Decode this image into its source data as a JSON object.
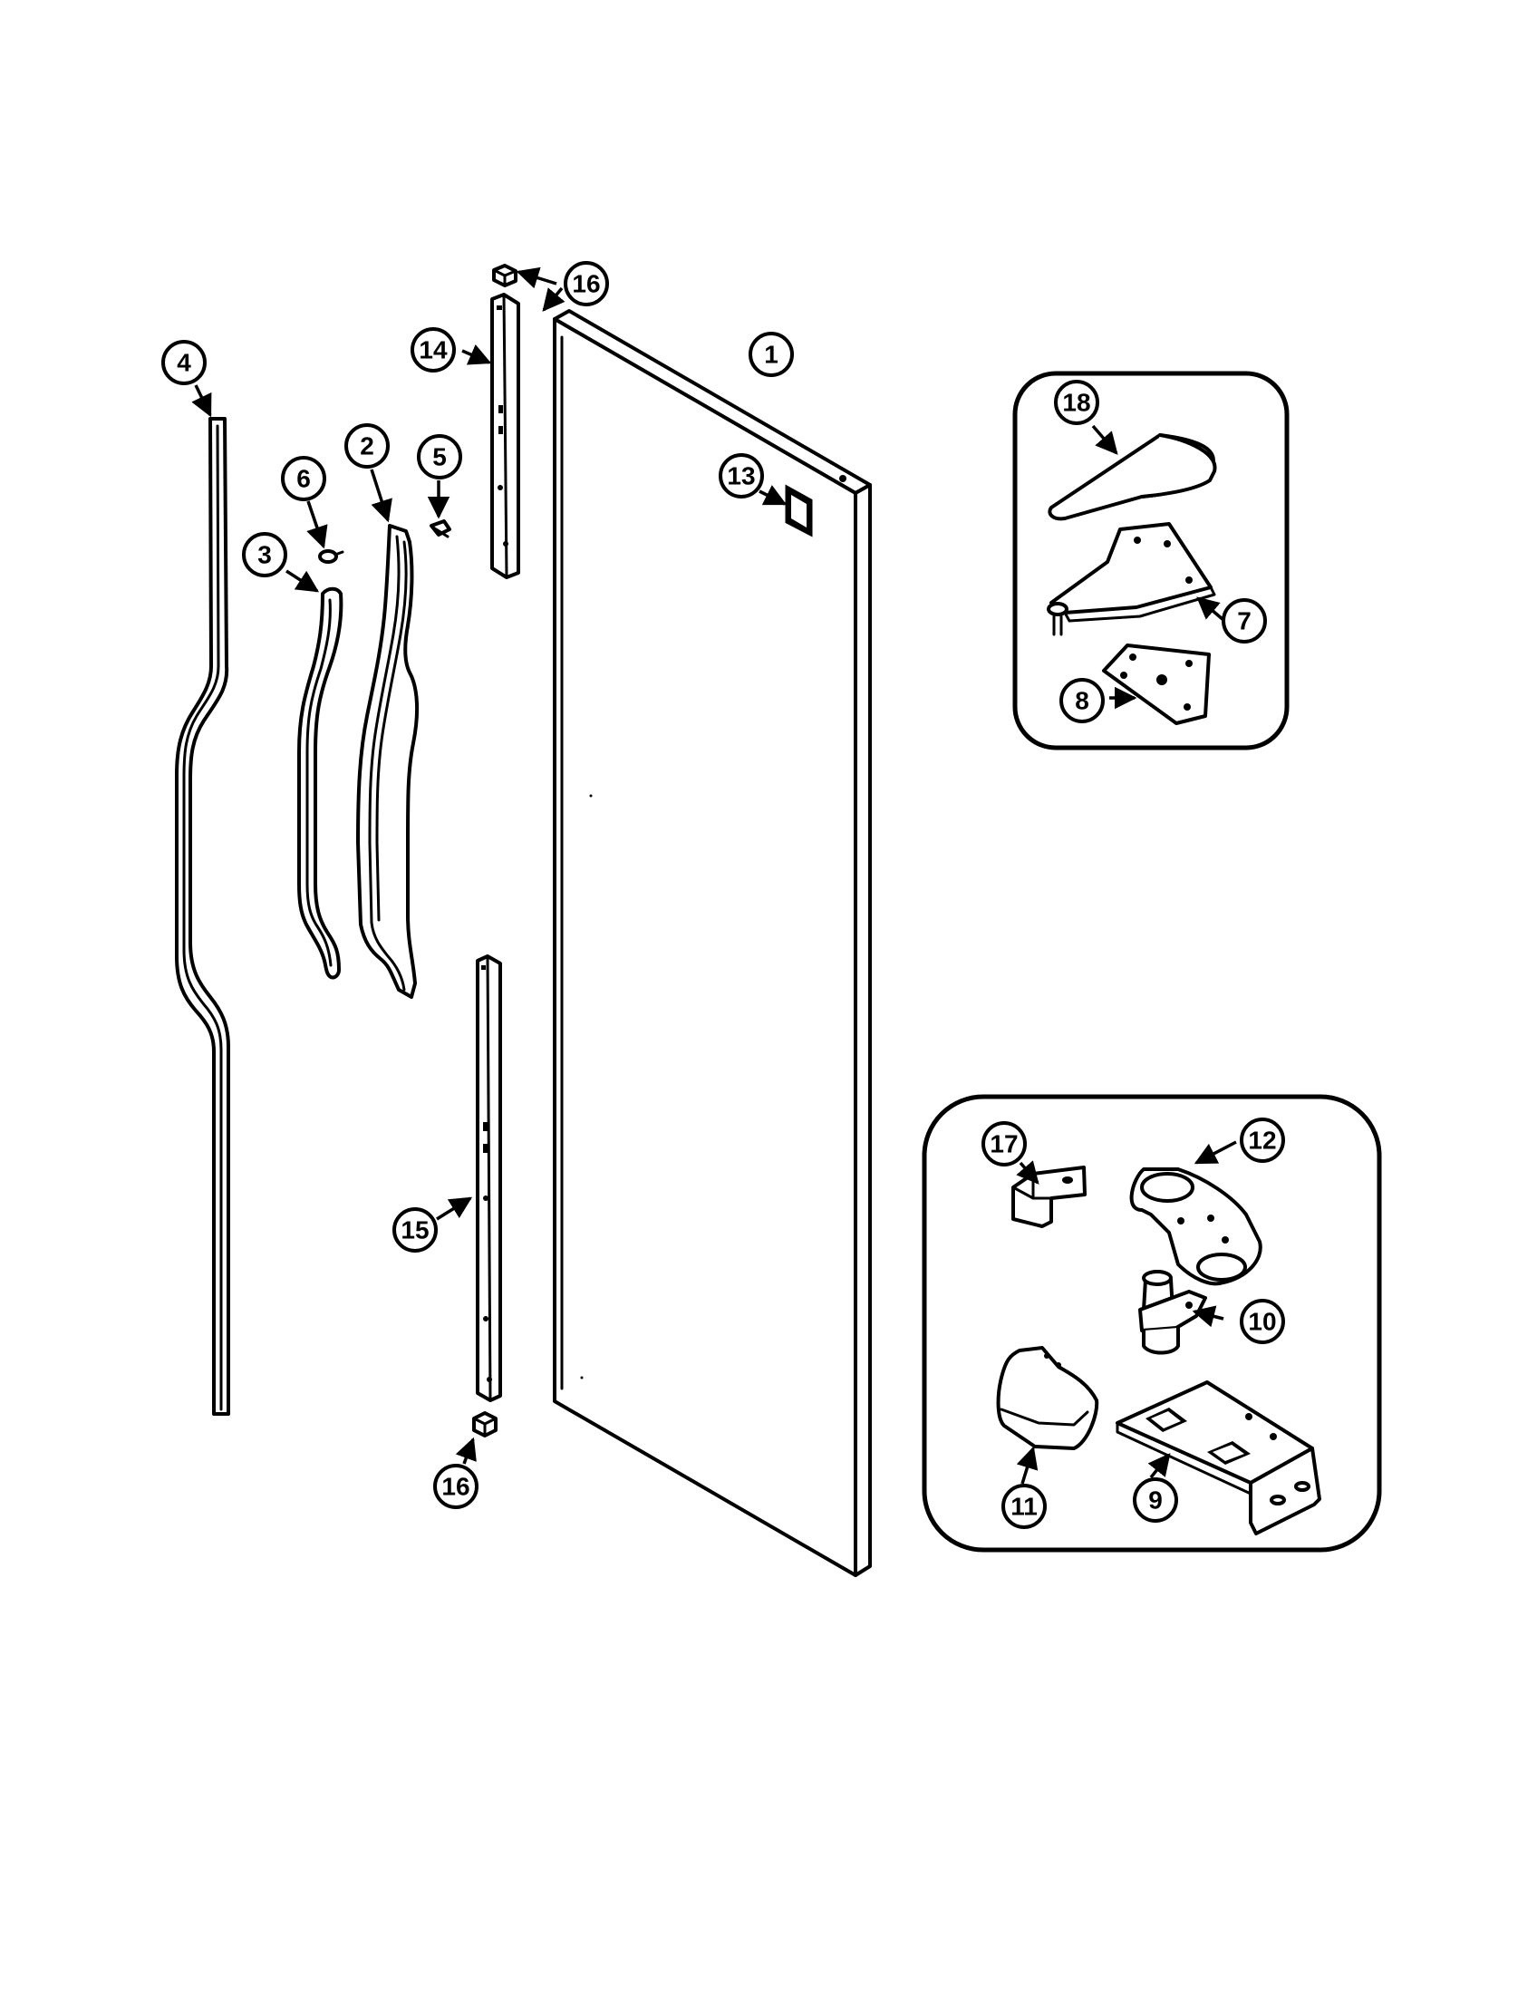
{
  "callouts": {
    "c1": "1",
    "c2": "2",
    "c3": "3",
    "c4": "4",
    "c5": "5",
    "c6": "6",
    "c7": "7",
    "c8": "8",
    "c9": "9",
    "c10": "10",
    "c11": "11",
    "c12": "12",
    "c13": "13",
    "c14": "14",
    "c15": "15",
    "c16_top": "16",
    "c16_bottom": "16",
    "c17": "17",
    "c18": "18"
  },
  "colors": {
    "ink": "#000000",
    "paper": "#ffffff"
  }
}
